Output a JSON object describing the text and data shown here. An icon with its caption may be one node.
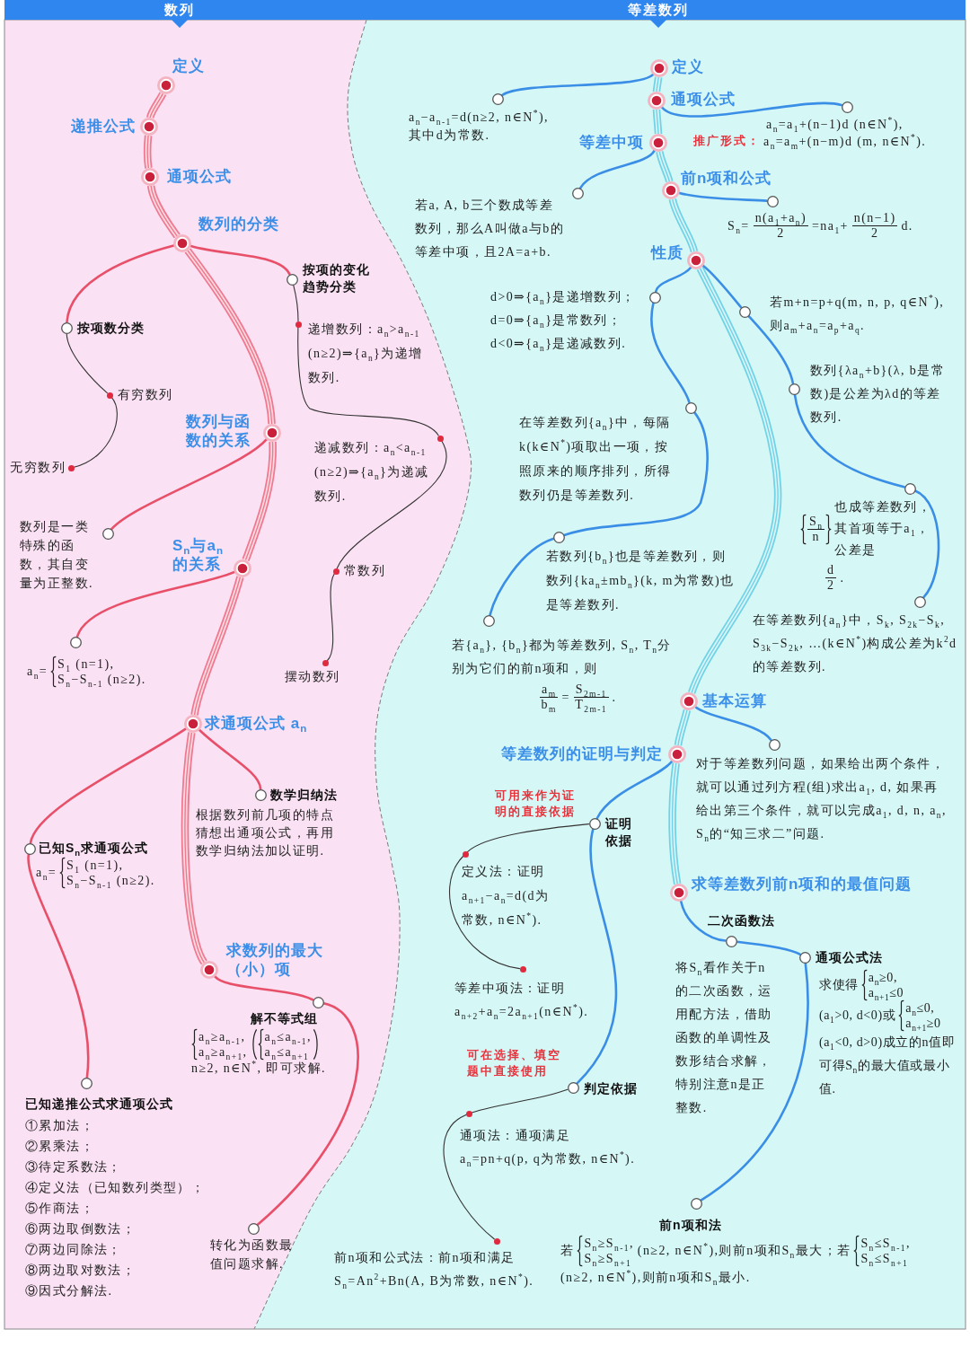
{
  "diagram": {
    "nodes": [
      {
        "text": [
          "数列"
        ]
      },
      {
        "text": [
          "等差数列"
        ]
      },
      {
        "text": [
          "定义"
        ],
        "in": 0
      },
      {
        "text": [
          "递推公式"
        ],
        "in": 0
      },
      {
        "text": [
          "通项公式"
        ],
        "in": 0
      },
      {
        "text": [
          "数列的分类"
        ],
        "in": 0
      },
      {
        "text": [
          "按项数分类"
        ],
        "in": 0
      },
      {
        "text": [
          "有穷数列"
        ],
        "in": 0
      },
      {
        "text": [
          "无穷数列"
        ],
        "in": 0
      },
      {
        "text": [
          "按项的变化趋势分类"
        ],
        "in": 0
      },
      {
        "text": [
          "递增数列：a$_{n}$>a$_{n-1}$ (n≥2)⇒{a$_{n}$}为递增数列."
        ],
        "in": 0
      },
      {
        "text": [
          "递减数列：a$_{n}$<a$_{n-1}$ (n≥2)⇒{a$_{n}$}为递减数列."
        ],
        "in": 0
      },
      {
        "text": [
          "常数列"
        ],
        "in": 0
      },
      {
        "text": [
          "摆动数列"
        ],
        "in": 0
      },
      {
        "text": [
          "数列与函数的关系"
        ],
        "in": 0
      },
      {
        "text": [
          "数列是一类特殊的函数，其自变量为正整数."
        ],
        "in": 0
      },
      {
        "text": [
          "S$_{n}$与a$_{n}$的关系"
        ],
        "in": 0
      },
      {
        "text": [
          "a$_{n}$=",
          "S$_{1}$ (n=1),",
          "S$_{n}$−S$_{n-1}$ (n≥2)."
        ],
        "in": 0
      },
      {
        "text": [
          "求通项公式 a$_{n}$"
        ],
        "in": 0
      },
      {
        "text": [
          "已知S$_{n}$求通项公式",
          "a$_{n}$=",
          "S$_{1}$ (n=1),",
          "S$_{n}$−S$_{n-1}$ (n≥2)."
        ],
        "in": 0
      },
      {
        "text": [
          "数学归纳法",
          "根据数列前几项的特点猜想出通项公式，再用数学归纳法加以证明."
        ],
        "in": 0
      },
      {
        "text": [
          "求数列的最大（小）项"
        ],
        "in": 0
      },
      {
        "text": [
          "解不等式组",
          "a$_{n}$≥a$_{n-1}$,",
          "a$_{n}$≥a$_{n+1}$,",
          "a$_{n}$≤a$_{n-1}$,",
          "a$_{n}$≤a$_{n+1}$",
          "n≥2, n∈N$^{*}$, 即可求解."
        ],
        "in": 0
      },
      {
        "text": [
          "已知递推公式求通项公式"
        ],
        "in": 0
      },
      {
        "text": [
          "转化为函数最值问题求解."
        ],
        "in": 0
      },
      {
        "text": [
          "定义"
        ],
        "in": 1
      },
      {
        "text": [
          "a$_{n}$−a$_{n-1}$=d(n≥2, n∈N$^{*}$), 其中d为常数."
        ],
        "in": 1
      },
      {
        "text": [
          "通项公式"
        ],
        "in": 1
      },
      {
        "text": [
          "a$_{n}$=a$_{1}$+(n−1)d (n∈N$^{*}$),",
          "推广形式：",
          "a$_{n}$=a$_{m}$+(n−m)d (m, n∈N$^{*}$)."
        ],
        "in": 1
      },
      {
        "text": [
          "等差中项"
        ],
        "in": 1
      },
      {
        "text": [
          "若a, A, b三个数成等差数列，那么A叫做a与b的等差中项，且2A=a+b."
        ],
        "in": 1
      },
      {
        "text": [
          "前n项和公式"
        ],
        "in": 1
      },
      {
        "text": [],
        "shape": "circle",
        "in": 1
      },
      {
        "text": [
          "性质"
        ],
        "in": 1
      },
      {
        "text": [
          "d>0⇒{a$_{n}$}是递增数列；",
          "d=0⇒{a$_{n}$}是常数列；",
          "d<0⇒{a$_{n}$}是递减数列."
        ],
        "in": 1
      },
      {
        "text": [
          "在等差数列{a$_{n}$}中，每隔k(k∈N$^{*}$)项取出一项，按照原来的顺序排列，所得数列仍是等差数列."
        ],
        "in": 1
      },
      {
        "text": [
          "若数列{b$_{n}$}也是等差数列，则数列{ka$_{n}$±mb$_{n}$}(k, m为常数)也是等差数列."
        ],
        "in": 1
      },
      {
        "text": [
          "若{a$_{n}$}, {b$_{n}$}都为等差数列, S$_{n}$, T$_{n}$分别为它们的前n项和，则",
          "a$_{m}$",
          "b$_{m}$",
          "=",
          "S$_{2m-1}$",
          "T$_{2m-1}$",
          "."
        ],
        "in": 1
      },
      {
        "text": [
          "若m+n=p+q(m, n, p, q∈N$^{*}$), 则a$_{m}$+a$_{n}$=a$_{p}$+a$_{q}$."
        ],
        "in": 1
      },
      {
        "text": [
          "数列{λa$_{n}$+b}(λ, b是常数)是公差为λd的等差数列."
        ],
        "in": 1
      },
      {
        "text": [
          "S$_{n}$",
          "n",
          "也成等差数列，其首项等于a$_{1}$，公差是",
          "d",
          "2",
          "."
        ],
        "in": 1
      },
      {
        "text": [
          "在等差数列{a$_{n}$}中，S$_{k}$, S$_{2k}$−S$_{k}$, S$_{3k}$−S$_{2k}$, …(k∈N$^{*}$)构成公差为k$^{2}$d的等差数列."
        ],
        "in": 1
      },
      {
        "text": [
          "基本运算"
        ],
        "in": 1
      },
      {
        "text": [
          "对于等差数列问题，如果给出两个条件，就可以通过列方程(组)求出a$_{1}$, d, 如果再给出第三个条件，就可以完成a$_{1}$, d, n, a$_{n}$, S$_{n}$的“知三求二”问题."
        ],
        "in": 1
      },
      {
        "text": [
          "等差数列的证明与判定"
        ],
        "in": 1
      },
      {
        "text": [
          "证明依据"
        ],
        "beside": [
          "可用来作为证明的直接依据"
        ],
        "in": 1
      },
      {
        "text": [
          "定义法：证明a$_{n+1}$−a$_{n}$=d(d为常数, n∈N$^{*}$)."
        ],
        "in": 1
      },
      {
        "text": [
          "等差中项法：证明a$_{n+2}$+a$_{n}$=2a$_{n+1}$(n∈N$^{*}$)."
        ],
        "in": 1
      },
      {
        "text": [
          "判定依据"
        ],
        "beside": [
          "可在选择、填空题中直接使用"
        ],
        "in": 1
      },
      {
        "text": [
          "通项法：通项满足a$_{n}$=pn+q(p, q为常数, n∈N$^{*}$)."
        ],
        "in": 1
      },
      {
        "text": [
          "前n项和公式法：前n项和满足S$_{n}$=An$^{2}$+Bn(A, B为常数, n∈N$^{*}$)."
        ],
        "in": 1
      },
      {
        "text": [
          "求等差数列前n项和的最值问题"
        ],
        "in": 1
      },
      {
        "text": [
          "二次函数法",
          "将S$_{n}$看作关于n的二次函数，运用配方法，借助函数的单调性及数形结合求解，特别注意n是正整数."
        ],
        "in": 1
      },
      {
        "text": [
          "通项公式法",
          "求使得",
          "a$_{n}$≥0,",
          "a$_{n+1}$≤0",
          "(a$_{1}$>0, d<0)或",
          "a$_{n}$≤0,",
          "a$_{n+1}$≥0",
          "(a$_{1}$<0, d>0)成立的n值即可得S$_{n}$的最大值或最小值."
        ],
        "in": 1
      },
      {
        "text": [
          "前n项和法",
          "若",
          "S$_{n}$≥S$_{n-1}$,",
          "S$_{n}$≥S$_{n+1}$",
          "(n≥2, n∈N$^{*}$),则前n项和S$_{n}$最大；若",
          "S$_{n}$≤S$_{n-1}$,",
          "S$_{n}$≤S$_{n+1}$",
          "(n≥2, n∈N$^{*}$),则前n项和S$_{n}$最小."
        ],
        "in": 1
      }
    ],
    "edges": [
      {
        "from": 2,
        "to": 3,
        "arrow": "none",
        "style": "thick",
        "color": "#f07890"
      },
      {
        "from": 3,
        "to": 4,
        "arrow": "none",
        "style": "thick",
        "color": "#f07890"
      },
      {
        "from": 4,
        "to": 5,
        "arrow": "none",
        "style": "thick",
        "color": "#f07890"
      },
      {
        "from": 5,
        "to": 14,
        "arrow": "none",
        "style": "thick",
        "color": "#f07890"
      },
      {
        "from": 14,
        "to": 16,
        "arrow": "none",
        "style": "thick",
        "color": "#f07890"
      },
      {
        "from": 16,
        "to": 18,
        "arrow": "none",
        "style": "thick",
        "color": "#f07890"
      },
      {
        "from": 18,
        "to": 21,
        "arrow": "none",
        "style": "thick",
        "color": "#f07890"
      },
      {
        "from": 5,
        "to": 6,
        "arrow": "none",
        "color": "#e8506a"
      },
      {
        "from": 5,
        "to": 9,
        "arrow": "none",
        "color": "#e8506a"
      },
      {
        "from": 14,
        "to": 15,
        "arrow": "none",
        "color": "#e8506a"
      },
      {
        "from": 16,
        "to": 17,
        "arrow": "none",
        "color": "#e8506a"
      },
      {
        "from": 18,
        "to": 19,
        "arrow": "none",
        "color": "#e8506a"
      },
      {
        "from": 19,
        "to": 23,
        "arrow": "none",
        "color": "#e8506a"
      },
      {
        "from": 18,
        "to": 20,
        "arrow": "none",
        "color": "#e8506a"
      },
      {
        "from": 21,
        "to": 22,
        "arrow": "none",
        "color": "#e8506a"
      },
      {
        "from": 22,
        "to": 24,
        "arrow": "none",
        "color": "#e8506a"
      },
      {
        "from": 6,
        "to": 7,
        "arrow": "none",
        "color": "#333333"
      },
      {
        "from": 7,
        "to": 8,
        "arrow": "none",
        "color": "#333333"
      },
      {
        "from": 9,
        "to": 10,
        "arrow": "none",
        "color": "#333333"
      },
      {
        "from": 10,
        "to": 11,
        "arrow": "none",
        "color": "#333333"
      },
      {
        "from": 11,
        "to": 12,
        "arrow": "none",
        "color": "#333333"
      },
      {
        "from": 12,
        "to": 13,
        "arrow": "none",
        "color": "#333333"
      },
      {
        "from": 25,
        "to": 27,
        "arrow": "none",
        "style": "thick",
        "color": "#6fd3e6"
      },
      {
        "from": 27,
        "to": 29,
        "arrow": "none",
        "style": "thick",
        "color": "#6fd3e6"
      },
      {
        "from": 29,
        "to": 31,
        "arrow": "none",
        "style": "thick",
        "color": "#6fd3e6"
      },
      {
        "from": 31,
        "to": 33,
        "arrow": "none",
        "style": "thick",
        "color": "#6fd3e6"
      },
      {
        "from": 33,
        "to": 42,
        "arrow": "none",
        "style": "thick",
        "color": "#6fd3e6"
      },
      {
        "from": 42,
        "to": 44,
        "arrow": "none",
        "style": "thick",
        "color": "#6fd3e6"
      },
      {
        "from": 44,
        "to": 51,
        "arrow": "none",
        "style": "thick",
        "color": "#6fd3e6"
      },
      {
        "from": 25,
        "to": 26,
        "arrow": "none"
      },
      {
        "from": 27,
        "to": 28,
        "arrow": "none"
      },
      {
        "from": 29,
        "to": 30,
        "arrow": "none"
      },
      {
        "from": 31,
        "to": 32,
        "arrow": "none"
      },
      {
        "from": 33,
        "to": 34,
        "arrow": "none"
      },
      {
        "from": 34,
        "to": 35,
        "arrow": "none"
      },
      {
        "from": 35,
        "to": 36,
        "arrow": "none"
      },
      {
        "from": 36,
        "to": 37,
        "arrow": "none"
      },
      {
        "from": 33,
        "to": 38,
        "arrow": "none"
      },
      {
        "from": 38,
        "to": 39,
        "arrow": "none"
      },
      {
        "from": 39,
        "to": 40,
        "arrow": "none"
      },
      {
        "from": 40,
        "to": 41,
        "arrow": "none"
      },
      {
        "from": 42,
        "to": 43,
        "arrow": "none"
      },
      {
        "from": 44,
        "to": 45,
        "arrow": "none"
      },
      {
        "from": 45,
        "to": 48,
        "arrow": "none"
      },
      {
        "from": 51,
        "to": 52,
        "arrow": "none"
      },
      {
        "from": 52,
        "to": 53,
        "arrow": "none"
      },
      {
        "from": 53,
        "to": 54,
        "arrow": "none"
      },
      {
        "from": 45,
        "to": 46,
        "arrow": "none",
        "color": "#333333"
      },
      {
        "from": 46,
        "to": 47,
        "arrow": "none",
        "color": "#333333"
      },
      {
        "from": 48,
        "to": 49,
        "arrow": "none",
        "color": "#333333"
      },
      {
        "from": 49,
        "to": 50,
        "arrow": "none",
        "color": "#333333"
      }
    ],
    "labels": [
      "S$_{n}$=",
      "n(a$_{1}$+a$_{n}$)",
      "2",
      "=na$_{1}$+",
      "n(n−1)",
      "2",
      "d.",
      "①累加法；",
      "②累乘法；",
      "③待定系数法；",
      "④定义法（已知数列类型）；",
      "⑤作商法；",
      "⑥两边取倒数法；",
      "⑦两边同除法；",
      "⑧两边取对数法；",
      "⑨因式分解法."
    ]
  }
}
